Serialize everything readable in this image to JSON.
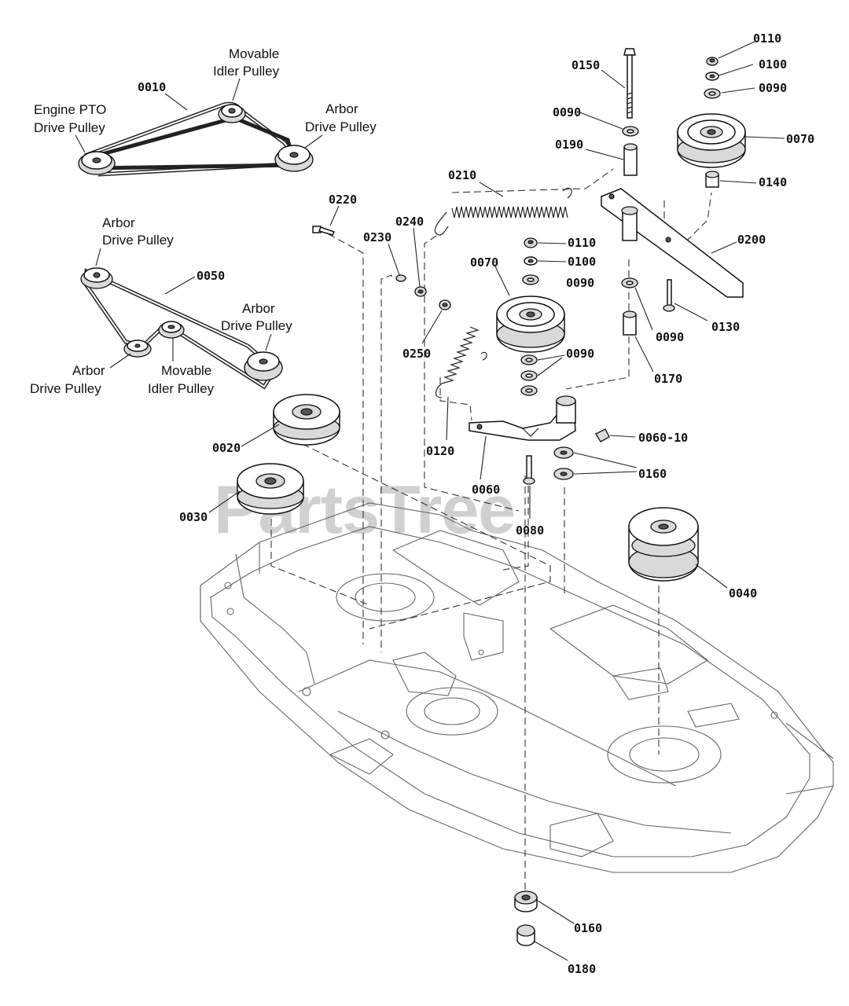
{
  "watermark": "PartsTree",
  "belt_diagrams": {
    "top": {
      "part": "0010",
      "engine_pto_1": "Engine PTO",
      "engine_pto_2": "Drive Pulley",
      "movable_idler_1": "Movable",
      "movable_idler_2": "Idler Pulley",
      "arbor_1": "Arbor",
      "arbor_2": "Drive Pulley"
    },
    "bottom": {
      "part": "0050",
      "arbor_top_1": "Arbor",
      "arbor_top_2": "Drive Pulley",
      "arbor_right_1": "Arbor",
      "arbor_right_2": "Drive Pulley",
      "arbor_left_1": "Arbor",
      "arbor_left_2": "Drive Pulley",
      "movable_idler_1": "Movable",
      "movable_idler_2": "Idler Pulley"
    }
  },
  "callouts": {
    "c0020": "0020",
    "c0030": "0030",
    "c0040": "0040",
    "c0060": "0060",
    "c0060_10": "0060-10",
    "c0070_center": "0070",
    "c0070_right": "0070",
    "c0080": "0080",
    "c0090_mid1": "0090",
    "c0090_mid2": "0090",
    "c0090_col": "0090",
    "c0090_colbot": "0090",
    "c0090_right": "0090",
    "c0100_center": "0100",
    "c0100_right": "0100",
    "c0110_center": "0110",
    "c0110_right": "0110",
    "c0120": "0120",
    "c0130": "0130",
    "c0140": "0140",
    "c0150": "0150",
    "c0160_mid": "0160",
    "c0160_bottom": "0160",
    "c0170": "0170",
    "c0180": "0180",
    "c0190": "0190",
    "c0200": "0200",
    "c0210": "0210",
    "c0220": "0220",
    "c0230": "0230",
    "c0240": "0240",
    "c0250": "0250"
  }
}
